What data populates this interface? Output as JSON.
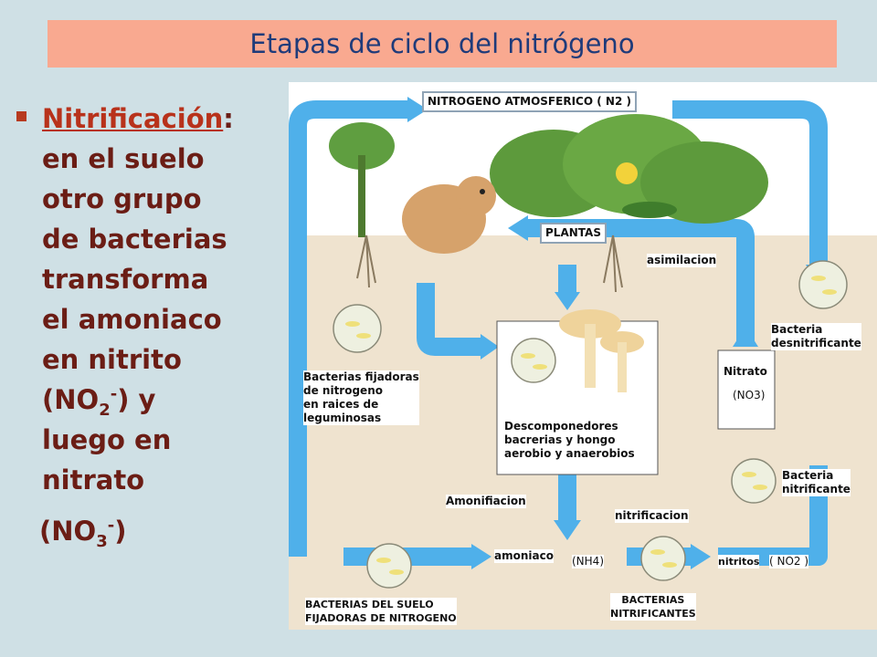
{
  "title": "Etapas de ciclo del nitrógeno",
  "bullet": {
    "term": "Nitrificación",
    "colon": ":",
    "lines": [
      "en el suelo",
      "otro grupo",
      "de bacterias",
      "transforma",
      "el amoniaco",
      "en nitrito"
    ],
    "no2_prefix": "(NO",
    "no2_sub": "2",
    "no2_sup": "-",
    "no2_suffix": ") y",
    "lines2": [
      "luego en",
      "nitrato"
    ]
  },
  "final_formula": {
    "prefix": "(NO",
    "sub": "3",
    "sup": "-",
    "suffix": ")"
  },
  "diagram": {
    "atmos_label": "NITROGENO ATMOSFERICO",
    "n2": "( N2 )",
    "plantas": "PLANTAS",
    "asimilacion": "asimilacion",
    "fijadoras_raices": [
      "Bacterias fijadoras",
      "de nitrogeno",
      "en raices de",
      "leguminosas"
    ],
    "descomponedores": [
      "Descomponedores",
      "bacrerias y hongo",
      "aerobio y anaerobios"
    ],
    "bacteria_desnitrificante": [
      "Bacteria",
      "desnitrificante"
    ],
    "nitrato": "Nitrato",
    "no3": "(NO3)",
    "bacteria_nitrificante": [
      "Bacteria",
      "nitrificante"
    ],
    "amonificacion": "Amonifiacion",
    "nitrificacion": "nitrificacion",
    "amoniaco": "amoniaco",
    "nh4": "(NH4)",
    "nitritos": "nitritos",
    "no2": "( NO2 )",
    "bacterias_suelo": [
      "BACTERIAS DEL SUELO",
      "FIJADORAS DE NITROGENO"
    ],
    "bacterias_nitrificantes": [
      "BACTERIAS",
      "NITRIFICANTES"
    ]
  },
  "colors": {
    "title_bg": "#f9a990",
    "title_text": "#1f3b7a",
    "body_text": "#6b1d15",
    "term_text": "#b8321b",
    "arrow": "#4fb0ea",
    "soil": "#efe3cf"
  }
}
